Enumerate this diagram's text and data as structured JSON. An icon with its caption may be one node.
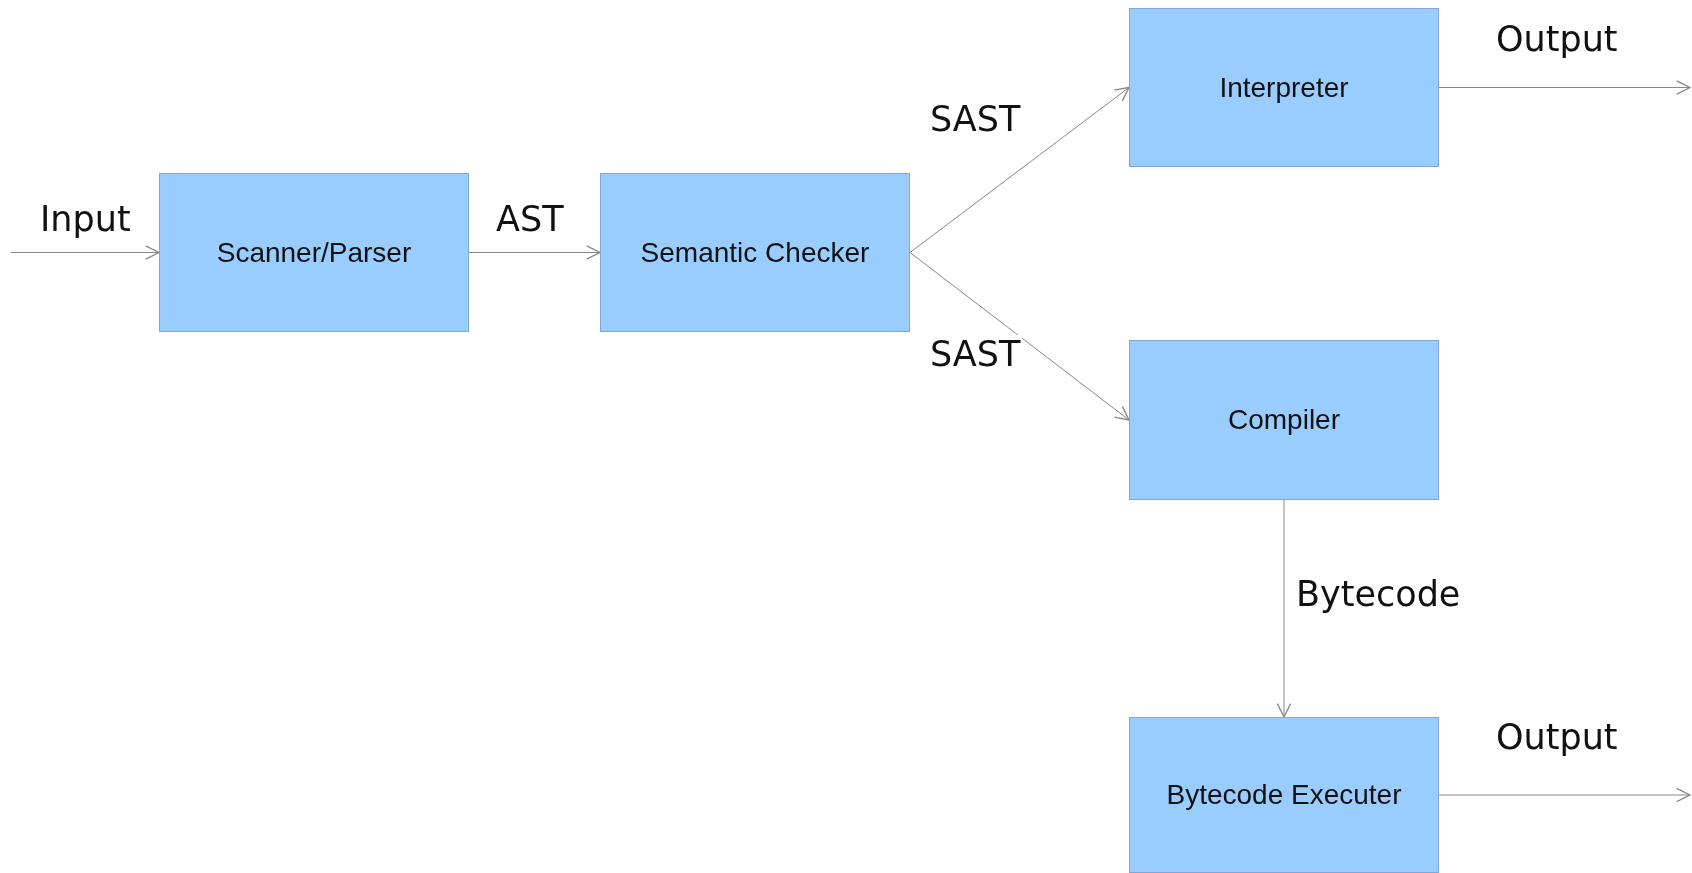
{
  "diagram": {
    "nodes": [
      {
        "text": [
          "Scanner/Parser"
        ]
      },
      {
        "text": [
          "Semantic Checker"
        ]
      },
      {
        "text": [
          "Interpreter"
        ]
      },
      {
        "text": [
          "Compiler"
        ]
      },
      {
        "text": [
          "Bytecode Executer"
        ]
      }
    ],
    "edges": [
      {
        "from": null,
        "to": 0,
        "arrow": "to",
        "label": "Input"
      },
      {
        "from": 0,
        "to": 1,
        "arrow": "to",
        "label": "AST"
      },
      {
        "from": 1,
        "to": 2,
        "arrow": "to",
        "label": "SAST"
      },
      {
        "from": 1,
        "to": 3,
        "arrow": "to",
        "label": "SAST"
      },
      {
        "from": 3,
        "to": 4,
        "arrow": "to",
        "label": "Bytecode"
      },
      {
        "from": 2,
        "to": null,
        "arrow": "to",
        "label": "Output"
      },
      {
        "from": 4,
        "to": null,
        "arrow": "to",
        "label": "Output"
      }
    ]
  }
}
